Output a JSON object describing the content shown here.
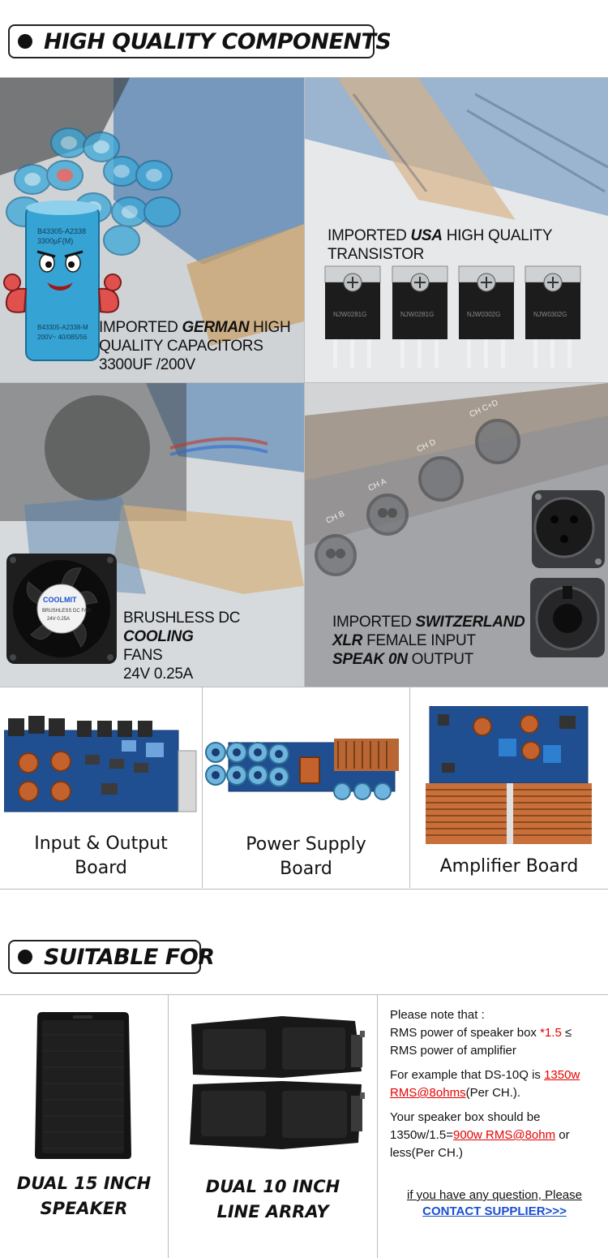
{
  "sections": {
    "components_title": "HIGH QUALITY COMPONENTS",
    "suitable_title": "SUITABLE FOR"
  },
  "panels": {
    "capacitors": {
      "line1_a": "IMPORTED ",
      "line1_b": "GERMAN",
      "line1_c": " HIGH",
      "line2": "QUALITY CAPACITORS",
      "line3": "3300UF /200V"
    },
    "transistor": {
      "line1_a": "IMPORTED ",
      "line1_b": "USA",
      "line1_c": " HIGH QUALITY",
      "line2": "TRANSISTOR"
    },
    "fans": {
      "line1_a": "BRUSHLESS DC ",
      "line1_b": "COOLING",
      "line2": "FANS",
      "line3": "24V 0.25A",
      "fan_brand": "COOLMIT"
    },
    "connectors": {
      "line1_a": "IMPORTED ",
      "line1_b": "SWITZERLAND",
      "line2_a": "XLR",
      "line2_b": " FEMALE INPUT",
      "line3_a": "SPEAK 0N",
      "line3_b": " OUTPUT",
      "ch_a": "CH A",
      "ch_b": "CH B",
      "ch_d": "CH D",
      "ch_cd": "CH C+D"
    }
  },
  "boards": [
    {
      "line1": "Input & Output",
      "line2": "Board"
    },
    {
      "line1": "Power Supply",
      "line2": "Board"
    },
    {
      "line1": "Amplifier Board",
      "line2": ""
    }
  ],
  "suitable": [
    {
      "line1": "DUAL 15 INCH",
      "line2": "SPEAKER"
    },
    {
      "line1": "DUAL 10 INCH",
      "line2": "LINE ARRAY"
    }
  ],
  "note": {
    "p1_line1": "Please note that :",
    "p1_a": "RMS power of speaker box ",
    "p1_red": "*1.5",
    "p1_b": " ≤",
    "p1_line3": "RMS power of amplifier",
    "p2_a": "For example that DS-10Q is ",
    "p2_red": "1350w RMS@8ohms",
    "p2_b": "(Per CH.).",
    "p3_a": "Your speaker box should be 1350w/1.5=",
    "p3_red": "900w RMS@8ohm",
    "p3_b": " or less(Per CH.)",
    "question": "if you have any question, Please",
    "contact": "CONTACT SUPPLIER>>>"
  },
  "colors": {
    "capacitor_blue": "#3aa7d8",
    "pcb_blue": "#2f5f9e",
    "heatsink_copper": "#c46a2c",
    "highlight_red": "#e60000",
    "link_blue": "#1a4fd0"
  }
}
